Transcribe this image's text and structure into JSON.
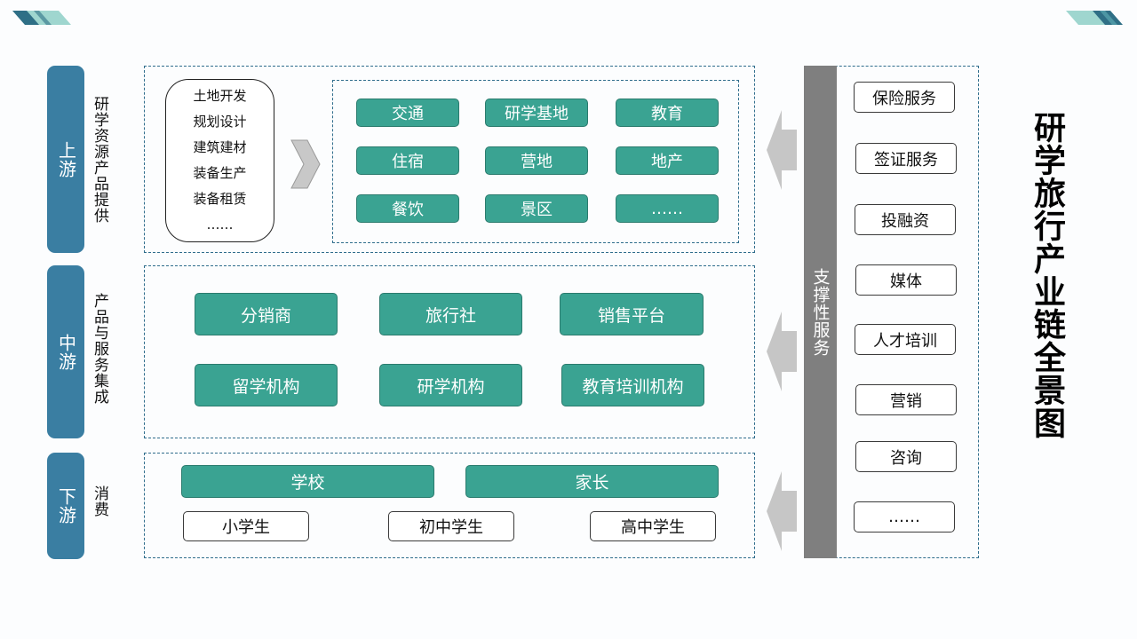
{
  "title": "研学旅行产业链全景图",
  "stages": [
    {
      "label": "上游",
      "desc": "研学资源产品提供"
    },
    {
      "label": "中游",
      "desc": "产品与服务集成"
    },
    {
      "label": "下游",
      "desc": "消费"
    }
  ],
  "upstream": {
    "land_items": [
      "土地开发",
      "规划设计",
      "建筑建材",
      "装备生产",
      "装备租赁",
      "……"
    ],
    "resources": [
      "交通",
      "研学基地",
      "教育",
      "住宿",
      "营地",
      "地产",
      "餐饮",
      "景区",
      "……"
    ]
  },
  "midstream": {
    "items": [
      "分销商",
      "旅行社",
      "销售平台",
      "留学机构",
      "研学机构",
      "教育培训机构"
    ]
  },
  "downstream": {
    "payers": [
      "学校",
      "家长"
    ],
    "students": [
      "小学生",
      "初中学生",
      "高中学生"
    ]
  },
  "support": {
    "label": "支撑性服务",
    "items": [
      "保险服务",
      "签证服务",
      "投融资",
      "媒体",
      "人才培训",
      "营销",
      "咨询",
      "……"
    ]
  },
  "colors": {
    "stage": "#3a7ea2",
    "teal_box": "#3aa392",
    "support_bar": "#7f7f7f",
    "arrow": "#c6c6c6",
    "deco_dark": "#2f6f86",
    "deco_light": "#9fd6cf"
  }
}
